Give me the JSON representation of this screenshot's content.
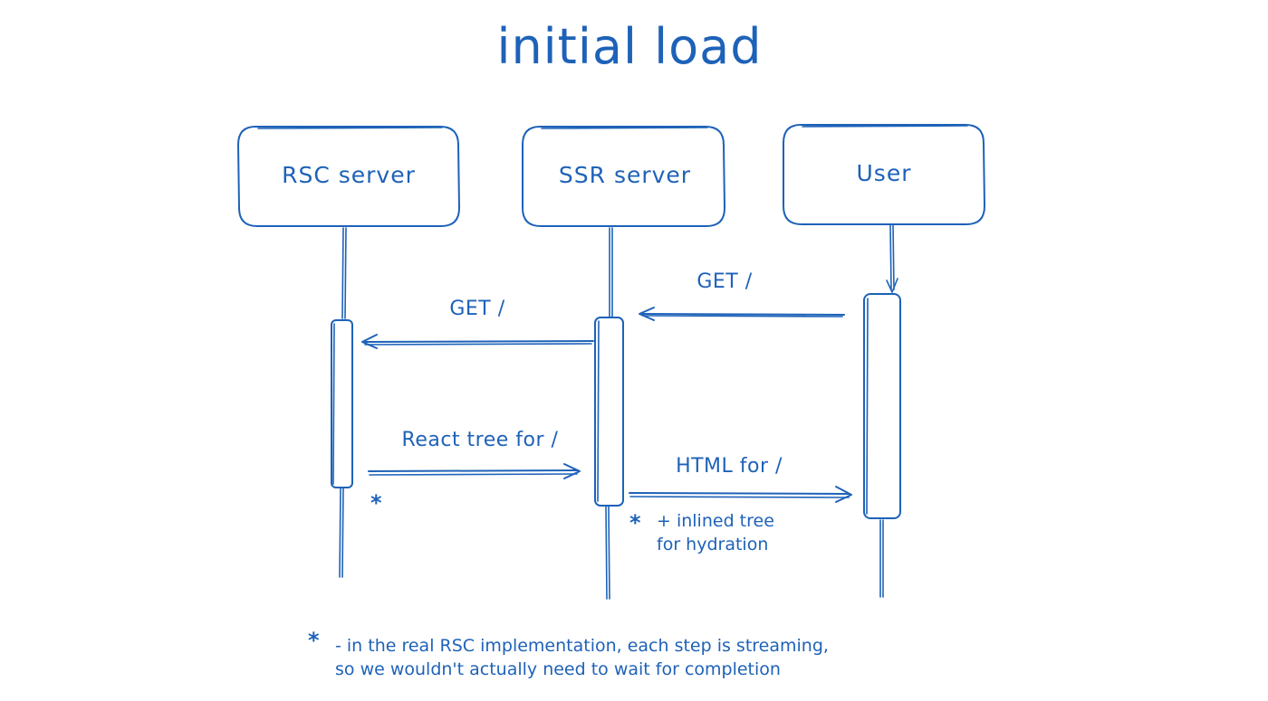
{
  "title": "initial load",
  "participants": [
    {
      "id": "rsc",
      "label": "RSC server"
    },
    {
      "id": "ssr",
      "label": "SSR server"
    },
    {
      "id": "user",
      "label": "User"
    }
  ],
  "messages": [
    {
      "id": "user-to-ssr",
      "label": "GET /"
    },
    {
      "id": "ssr-to-rsc",
      "label": "GET /"
    },
    {
      "id": "rsc-to-ssr",
      "label": "React tree for /"
    },
    {
      "id": "ssr-to-user",
      "label": "HTML for /"
    }
  ],
  "annotations": {
    "rsc_star": "*",
    "ssr_star": "*",
    "ssr_note_line1": "+ inlined tree",
    "ssr_note_line2": "for hydration"
  },
  "footnote": {
    "star": "*",
    "line1": "- in the real RSC implementation, each step is streaming,",
    "line2": "so we wouldn't actually need to wait for completion"
  },
  "colors": {
    "ink": "#1e62b8",
    "background": "#ffffff"
  }
}
